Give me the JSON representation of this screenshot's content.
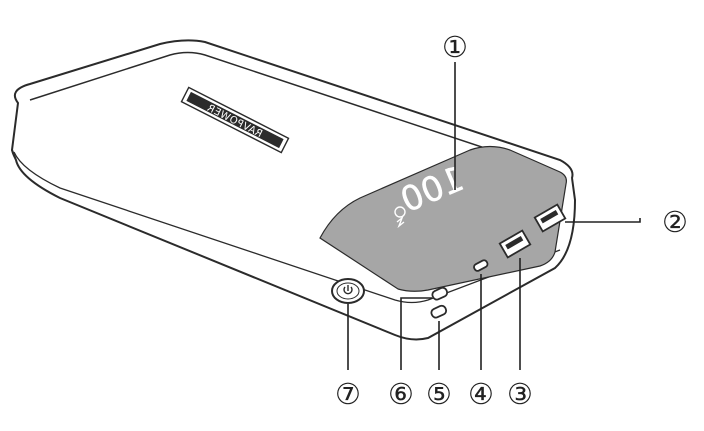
{
  "brand_label": "RAVPOWER",
  "display": {
    "readout": "100",
    "icon": "charging-indicator-icon"
  },
  "callouts": [
    {
      "id": 1,
      "label": "①",
      "part": "display"
    },
    {
      "id": 2,
      "label": "②",
      "part": "usb-a-port-top"
    },
    {
      "id": 3,
      "label": "③",
      "part": "usb-a-port-lower"
    },
    {
      "id": 4,
      "label": "④",
      "part": "micro-usb-port"
    },
    {
      "id": 5,
      "label": "⑤",
      "part": "usb-c-port-lower"
    },
    {
      "id": 6,
      "label": "⑥",
      "part": "usb-c-port-upper"
    },
    {
      "id": 7,
      "label": "⑦",
      "part": "power-button"
    }
  ],
  "colors": {
    "outline": "#2b2b2b",
    "display_panel": "#a6a6a6",
    "callout_line": "#222222"
  }
}
